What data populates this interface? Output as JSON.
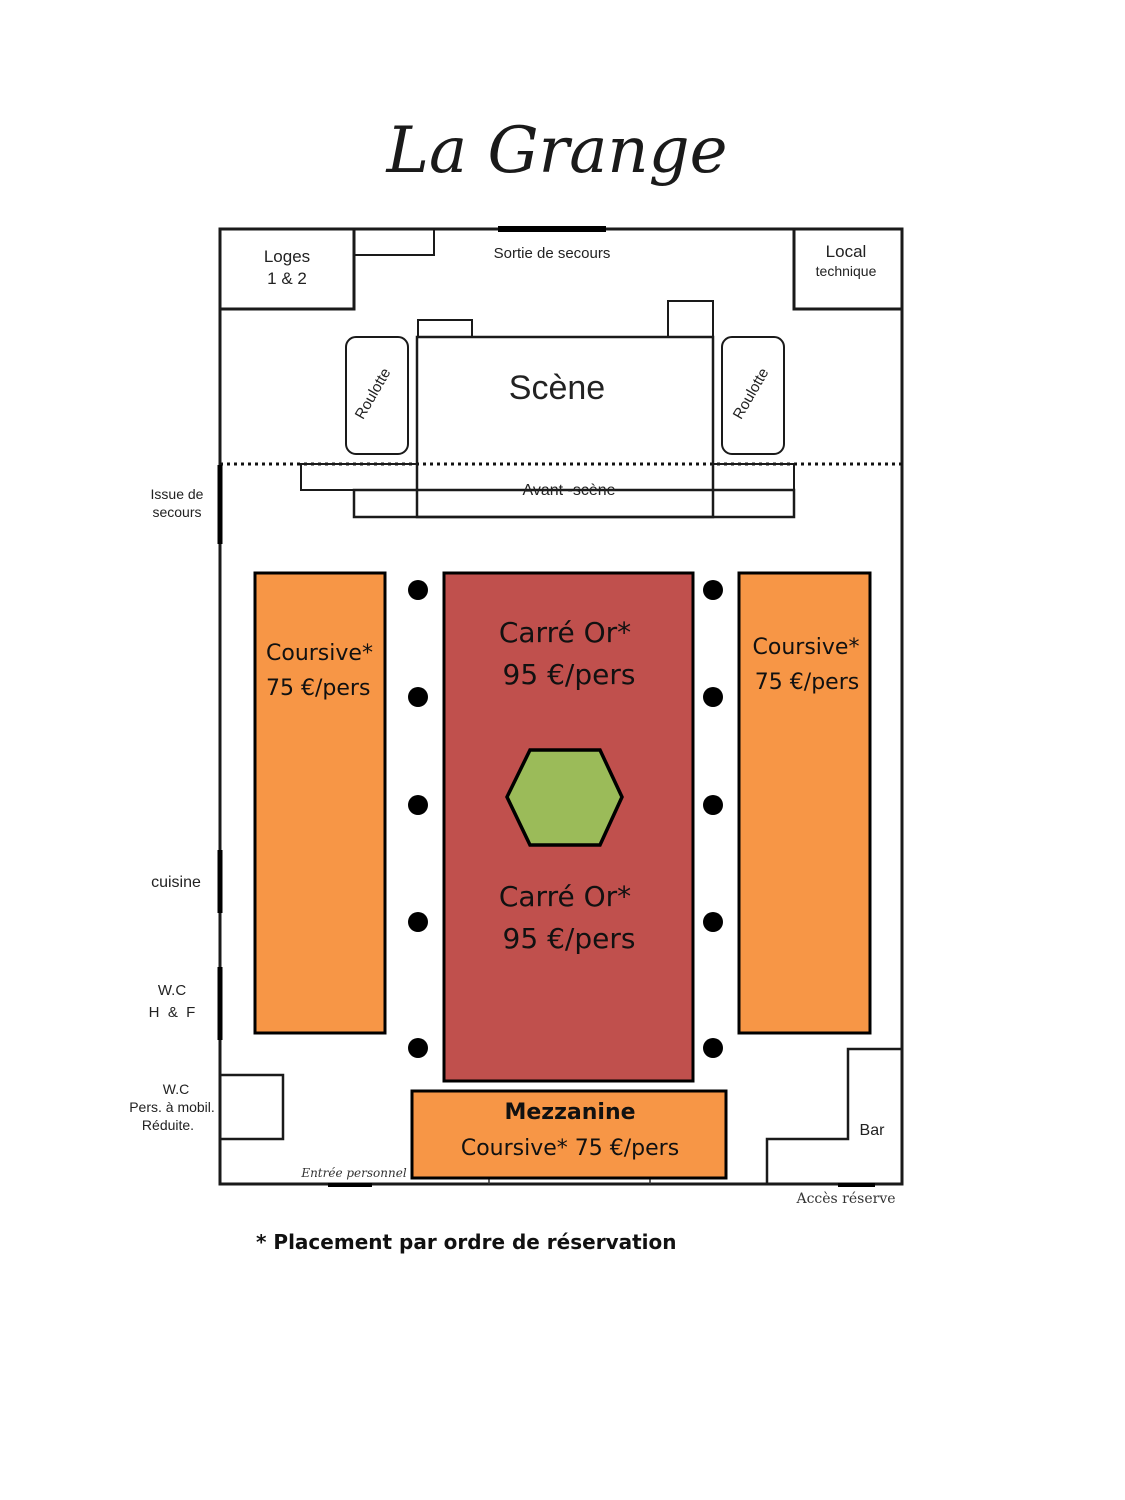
{
  "title": "La Grange",
  "rooms": {
    "loges": [
      "Loges",
      "1 & 2"
    ],
    "sortie_secours": "Sortie de secours",
    "local_technique": [
      "Local",
      "technique"
    ],
    "scene": "Scène",
    "roulotte_left": "Roulotte",
    "roulotte_right": "Roulotte",
    "avant_scene": "Avant -scène",
    "issue_secours": [
      "Issue de",
      "secours"
    ],
    "cuisine": "cuisine",
    "wc_hf": [
      "W.C",
      "H  &  F"
    ],
    "wc_pmr": [
      "W.C",
      "Pers. à mobil.",
      "Réduite."
    ],
    "entree_personnel": "Entrée personnel",
    "bar": "Bar",
    "acces_reserve": "Accès réserve"
  },
  "zones": {
    "coursive_left": {
      "name": "Coursive*",
      "price": "75 €/pers",
      "color": "#f79646"
    },
    "carre_or_top": {
      "name": "Carré Or*",
      "price": "95 €/pers",
      "color": "#c0504d"
    },
    "carre_or_bottom": {
      "name": "Carré Or*",
      "price": "95 €/pers",
      "color": "#c0504d"
    },
    "coursive_right": {
      "name": "Coursive*",
      "price": "75 €/pers",
      "color": "#f79646"
    },
    "mezzanine": {
      "name": "Mezzanine",
      "price": "Coursive* 75 €/pers",
      "color": "#f79646"
    },
    "center_feature_color": "#9bbb59"
  },
  "footnote": "* Placement par ordre de réservation"
}
